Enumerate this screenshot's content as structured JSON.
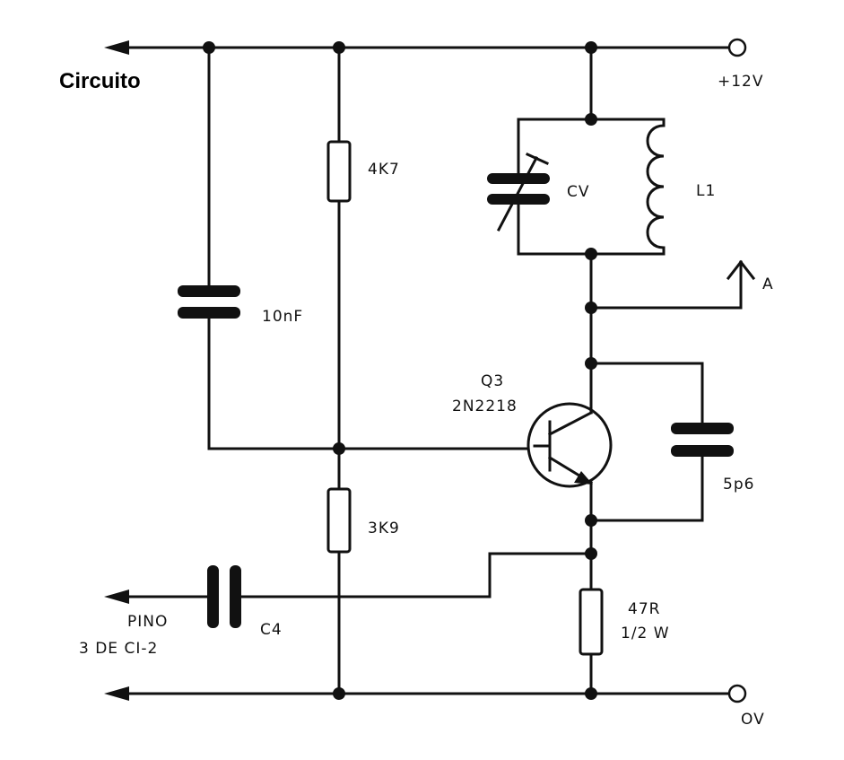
{
  "title": "Circuito",
  "labels": {
    "supply": "+12V",
    "ground": "OV",
    "r_top": "4K7",
    "c_10n": "10nF",
    "cv": "CV",
    "l1": "L1",
    "antenna": "A",
    "q3": "Q3",
    "q3_part": "2N2218",
    "c_5p6": "5p6",
    "r_bottom": "3K9",
    "r_47": "47R",
    "r_47_power": "1/2 W",
    "c4": "C4",
    "pin_line1": "PINO",
    "pin_line2": "3 DE CI-2"
  }
}
